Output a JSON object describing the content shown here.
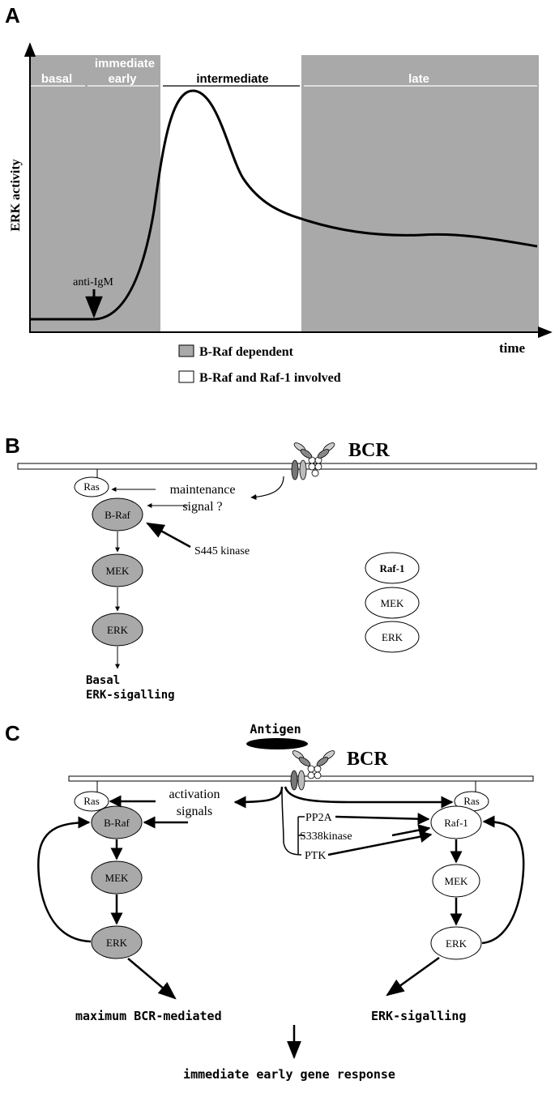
{
  "panels": {
    "a": "A",
    "b": "B",
    "c": "C"
  },
  "graph": {
    "ylabel": "ERK activity",
    "xlabel": "time",
    "phases": {
      "basal": "basal",
      "immediate": "immediate",
      "early": "early",
      "intermediate": "intermediate",
      "late": "late"
    },
    "stimulus": "anti-IgM",
    "legend": {
      "dependent": "B-Raf dependent",
      "involved": "B-Raf and Raf-1 involved"
    },
    "colors": {
      "shade": "#a9a9a9",
      "dependent_box": "#a9a9a9"
    }
  },
  "panel_b": {
    "receptor": "BCR",
    "ras": "Ras",
    "braf": "B-Raf",
    "mek": "MEK",
    "erk": "ERK",
    "maintenance_1": "maintenance",
    "maintenance_2": "signal ?",
    "kinase": "S445 kinase",
    "raf1": "Raf-1",
    "mek2": "MEK",
    "erk2": "ERK",
    "output_1": "Basal",
    "output_2": "ERK-sigalling"
  },
  "panel_c": {
    "antigen": "Antigen",
    "receptor": "BCR",
    "ras_left": "Ras",
    "ras_right": "Ras",
    "braf": "B-Raf",
    "mek_left": "MEK",
    "erk_left": "ERK",
    "activation_1": "activation",
    "activation_2": "signals",
    "pp2a": "PP2A",
    "s338": "S338kinase",
    "ptk": "PTK",
    "raf1": "Raf-1",
    "mek_right": "MEK",
    "erk_right": "ERK",
    "max_1": "maximum BCR-mediated",
    "max_2": "ERK-sigalling",
    "response": "immediate early gene response"
  }
}
